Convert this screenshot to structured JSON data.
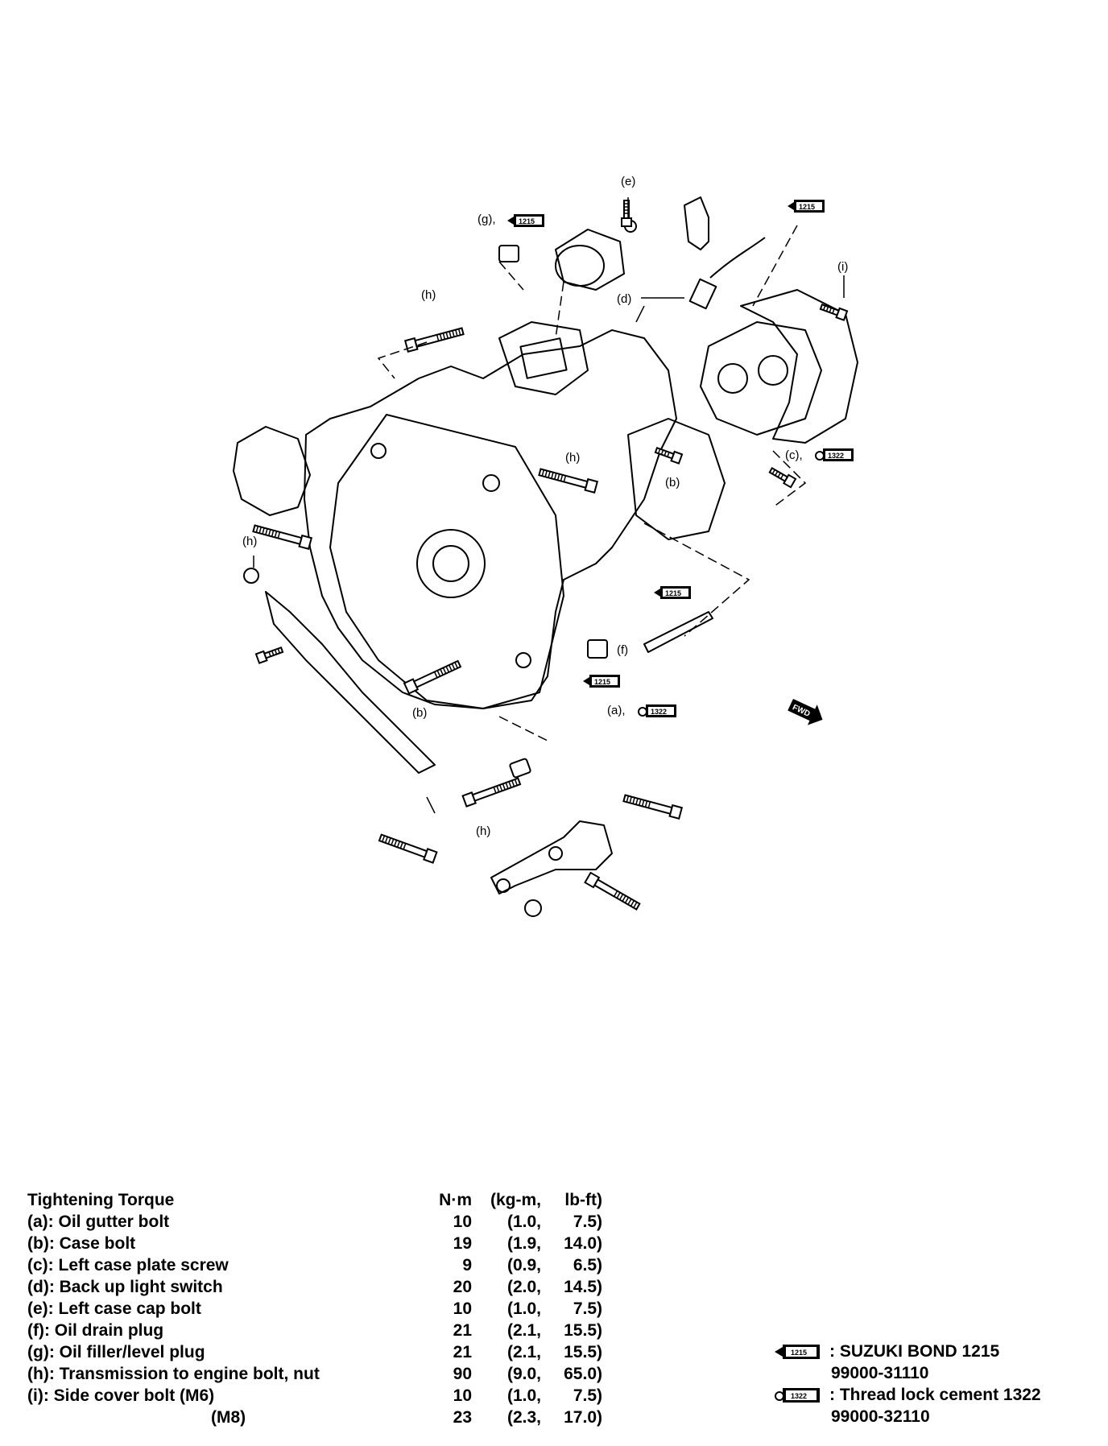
{
  "callouts": {
    "a": "(a),",
    "b": "(b)",
    "c": "(c),",
    "d": "(d)",
    "e": "(e)",
    "f": "(f)",
    "g": "(g),",
    "h": "(h)",
    "i": "(i)"
  },
  "tags": {
    "bond": "1215",
    "lock": "1322",
    "fwd": "FWD"
  },
  "torque": {
    "header": {
      "name": "Tightening Torque",
      "nm": "N·m",
      "kg": "(kg-m,",
      "lb": "lb-ft)"
    },
    "rows": [
      {
        "name": "(a): Oil gutter bolt",
        "nm": "10",
        "kg": "(1.0,",
        "lb": "7.5)"
      },
      {
        "name": "(b): Case bolt",
        "nm": "19",
        "kg": "(1.9,",
        "lb": "14.0)"
      },
      {
        "name": "(c): Left case plate screw",
        "nm": "9",
        "kg": "(0.9,",
        "lb": "6.5)"
      },
      {
        "name": "(d): Back up light switch",
        "nm": "20",
        "kg": "(2.0,",
        "lb": "14.5)"
      },
      {
        "name": "(e): Left case cap bolt",
        "nm": "10",
        "kg": "(1.0,",
        "lb": "7.5)"
      },
      {
        "name": "(f): Oil drain plug",
        "nm": "21",
        "kg": "(2.1,",
        "lb": "15.5)"
      },
      {
        "name": "(g): Oil filler/level plug",
        "nm": "21",
        "kg": "(2.1,",
        "lb": "15.5)"
      },
      {
        "name": "(h): Transmission to engine bolt, nut",
        "nm": "90",
        "kg": "(9.0,",
        "lb": "65.0)"
      },
      {
        "name": "(i): Side cover bolt (M6)",
        "nm": "10",
        "kg": "(1.0,",
        "lb": "7.5)"
      },
      {
        "name": "(M8)",
        "nm": "23",
        "kg": "(2.3,",
        "lb": "17.0)"
      }
    ]
  },
  "legend": {
    "bond_name": ": SUZUKI BOND 1215",
    "bond_part": "99000-31110",
    "lock_name": ": Thread lock cement 1322",
    "lock_part": "99000-32110"
  }
}
